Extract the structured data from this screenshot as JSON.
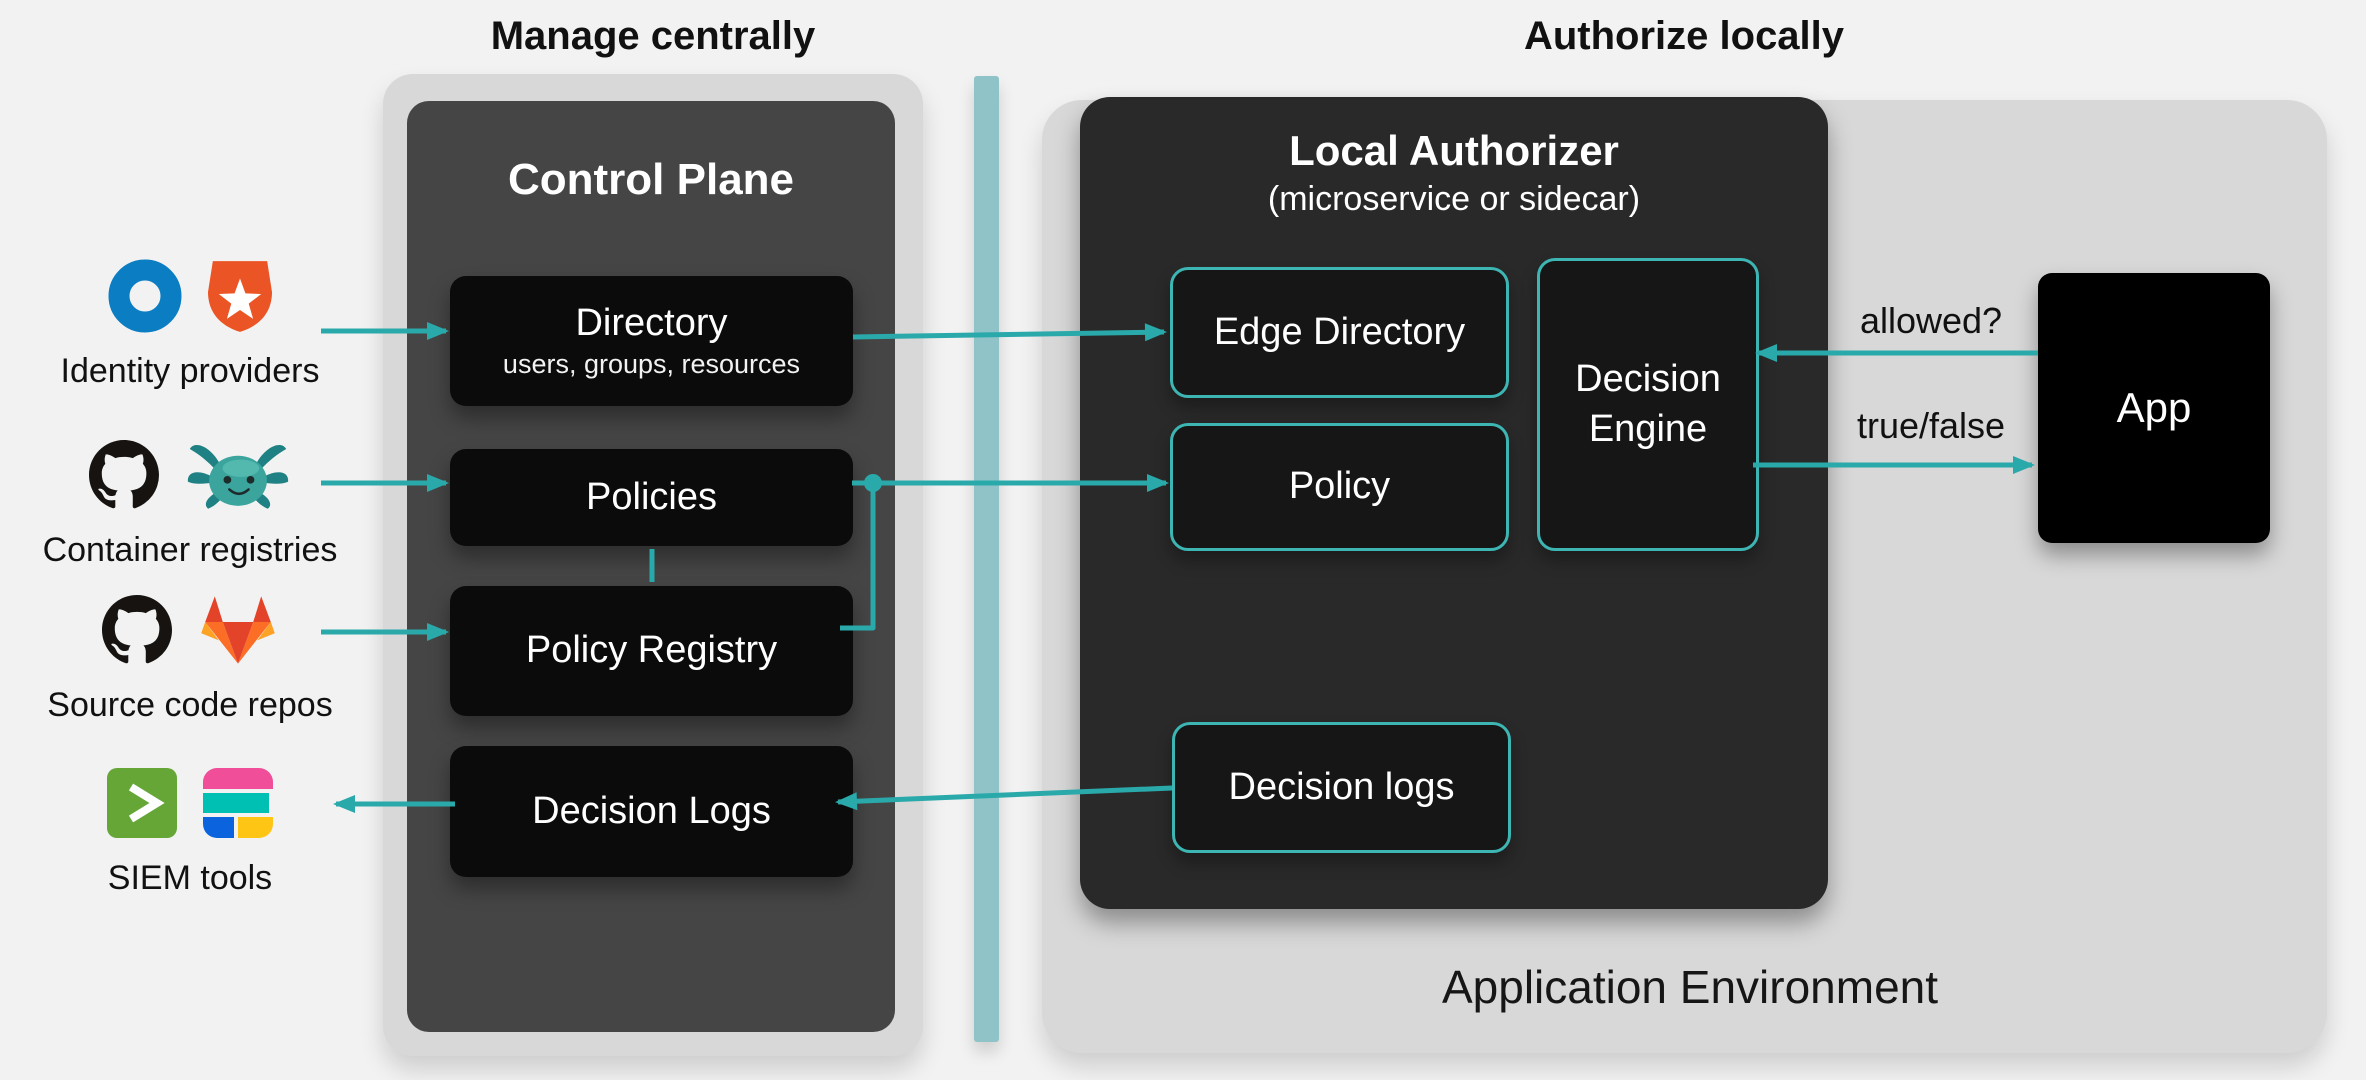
{
  "titles": {
    "left": "Manage centrally",
    "right": "Authorize locally"
  },
  "sources": [
    {
      "label": "Identity providers",
      "icons": [
        "okta-icon",
        "auth0-icon"
      ]
    },
    {
      "label": "Container registries",
      "icons": [
        "github-icon",
        "axolotl-icon"
      ]
    },
    {
      "label": "Source code repos",
      "icons": [
        "github-icon",
        "gitlab-icon"
      ]
    },
    {
      "label": "SIEM tools",
      "icons": [
        "splunk-icon",
        "elastic-icon"
      ]
    }
  ],
  "control_plane": {
    "title": "Control Plane",
    "boxes": [
      {
        "label": "Directory",
        "sublabel": "users, groups, resources"
      },
      {
        "label": "Policies"
      },
      {
        "label": "Policy Registry"
      },
      {
        "label": "Decision Logs"
      }
    ]
  },
  "local_authorizer": {
    "title": "Local Authorizer",
    "subtitle": "(microservice or sidecar)",
    "boxes": [
      {
        "label": "Edge Directory"
      },
      {
        "label": "Policy"
      },
      {
        "label": "Decision Engine"
      },
      {
        "label": "Decision logs"
      }
    ]
  },
  "application_environment": {
    "label": "Application Environment",
    "app_label": "App"
  },
  "arrow_labels": {
    "allowed": "allowed?",
    "true_false": "true/false"
  },
  "colors": {
    "background": "#f2f2f2",
    "panel_gray": "#d8d8d8",
    "control_plane_dark": "#454545",
    "authorizer_dark": "#292929",
    "box_black": "#0b0b0b",
    "accent_teal": "#2aa9ab",
    "outlined_box_border": "#3cb5b3",
    "divider_teal": "#8fc3c8",
    "okta_blue": "#0b7dc2",
    "auth0_orange": "#eb5424",
    "github_black": "#161311",
    "gitlab_red": "#e24329",
    "gitlab_orange": "#fc6d26",
    "gitlab_yellow": "#fca326",
    "splunk_green": "#65a637",
    "elastic_pink": "#f04e98",
    "elastic_teal": "#00bfb3",
    "elastic_blue": "#0b64dd",
    "elastic_yellow": "#fec514",
    "axolotl_teal": "#3aa49d"
  }
}
